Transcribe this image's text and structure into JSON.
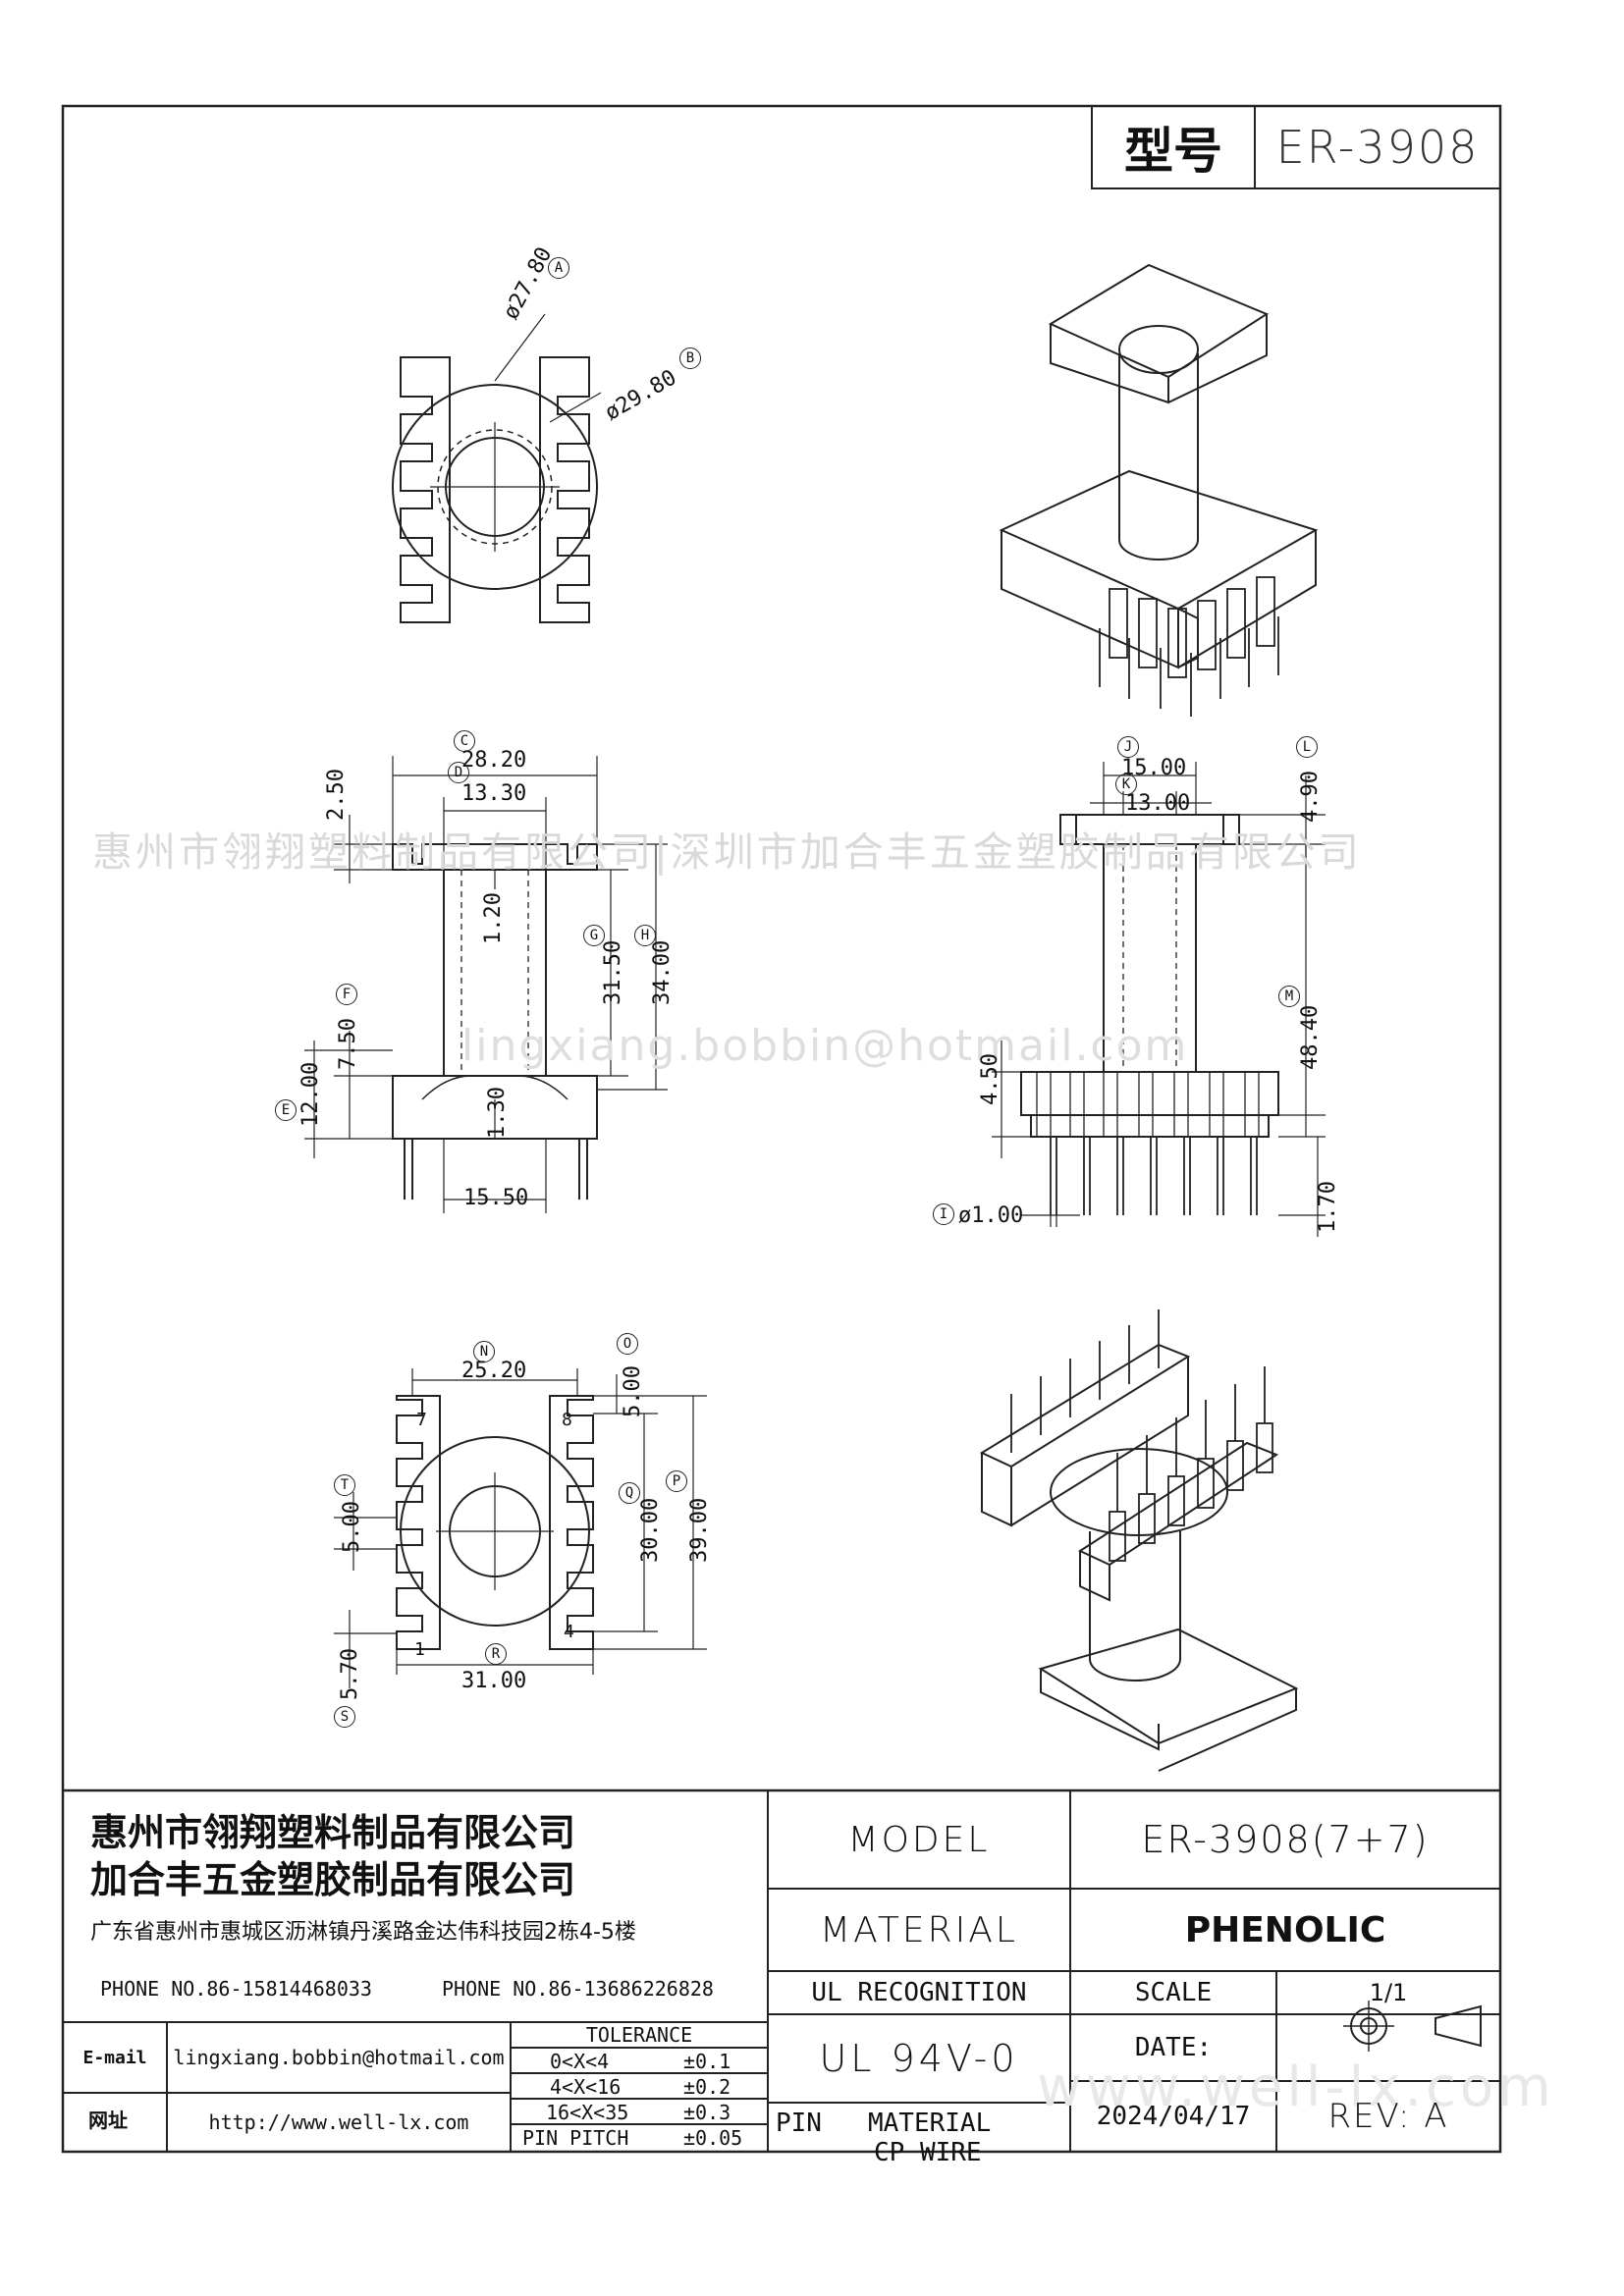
{
  "header": {
    "model_label": "型号",
    "model_value": "ER-3908"
  },
  "watermarks": {
    "company": "惠州市翎翔塑料制品有限公司|深圳市加合丰五金塑胶制品有限公司",
    "email": "lingxiang.bobbin@hotmail.com",
    "site": "www.well-lx.com"
  },
  "top_view": {
    "dims": {
      "a": "ø27.80",
      "b": "ø29.80"
    },
    "circles": {
      "a": "A",
      "b": "B"
    }
  },
  "side_view": {
    "dims": {
      "c": "28.20",
      "d": "13.30",
      "flange": "2.50",
      "wall_top": "1.20",
      "g": "31.50",
      "h": "34.00",
      "f": "7.50",
      "e": "12.00",
      "wall_bot": "1.30",
      "bottom": "15.50"
    },
    "circles": {
      "c": "C",
      "d": "D",
      "g": "G",
      "h": "H",
      "f": "F",
      "e": "E"
    }
  },
  "front_view": {
    "dims": {
      "j": "15.00",
      "k": "13.00",
      "l": "4.90",
      "m": "48.40",
      "side": "4.50",
      "pin": "ø1.00",
      "pin_len": "1.70"
    },
    "circles": {
      "j": "J",
      "k": "K",
      "l": "L",
      "m": "M",
      "i": "I"
    }
  },
  "bottom_view": {
    "dims": {
      "n": "25.20",
      "o": "5.00",
      "t": "5.00",
      "q": "30.00",
      "p": "39.00",
      "s": "5.70",
      "r": "31.00"
    },
    "circles": {
      "n": "N",
      "o": "O",
      "t": "T",
      "q": "Q",
      "p": "P",
      "s": "S",
      "r": "R"
    },
    "pins": {
      "p1": "1",
      "p4": "4",
      "p7": "7",
      "p8": "8"
    }
  },
  "title_block": {
    "company1": "惠州市翎翔塑料制品有限公司",
    "company2": "加合丰五金塑胶制品有限公司",
    "address": "广东省惠州市惠城区沥淋镇丹溪路金达伟科技园2栋4-5楼",
    "phone1": "PHONE NO.86-15814468033",
    "phone2": "PHONE NO.86-13686226828",
    "email_label": "E-mail",
    "email": "lingxiang.bobbin@hotmail.com",
    "web_label": "网址",
    "web": "http://www.well-lx.com",
    "tolerance": {
      "title": "TOLERANCE",
      "rows": [
        {
          "range": "0<X<4",
          "tol": "±0.1"
        },
        {
          "range": "4<X<16",
          "tol": "±0.2"
        },
        {
          "range": "16<X<35",
          "tol": "±0.3"
        },
        {
          "range": "PIN PITCH",
          "tol": "±0.05"
        }
      ]
    },
    "model_label": "MODEL",
    "model_value": "ER-3908(7+7)",
    "material_label": "MATERIAL",
    "material_value": "PHENOLIC",
    "ul_label": "UL RECOGNITION",
    "ul_value": "UL 94V-0",
    "scale_label": "SCALE",
    "scale_value": "1/1",
    "date_label": "DATE:",
    "date_value": "2024/04/17",
    "pin_material_label": "PIN",
    "pin_material_word": "MATERIAL",
    "pin_material_value": "CP WIRE",
    "rev": "REV: A"
  }
}
